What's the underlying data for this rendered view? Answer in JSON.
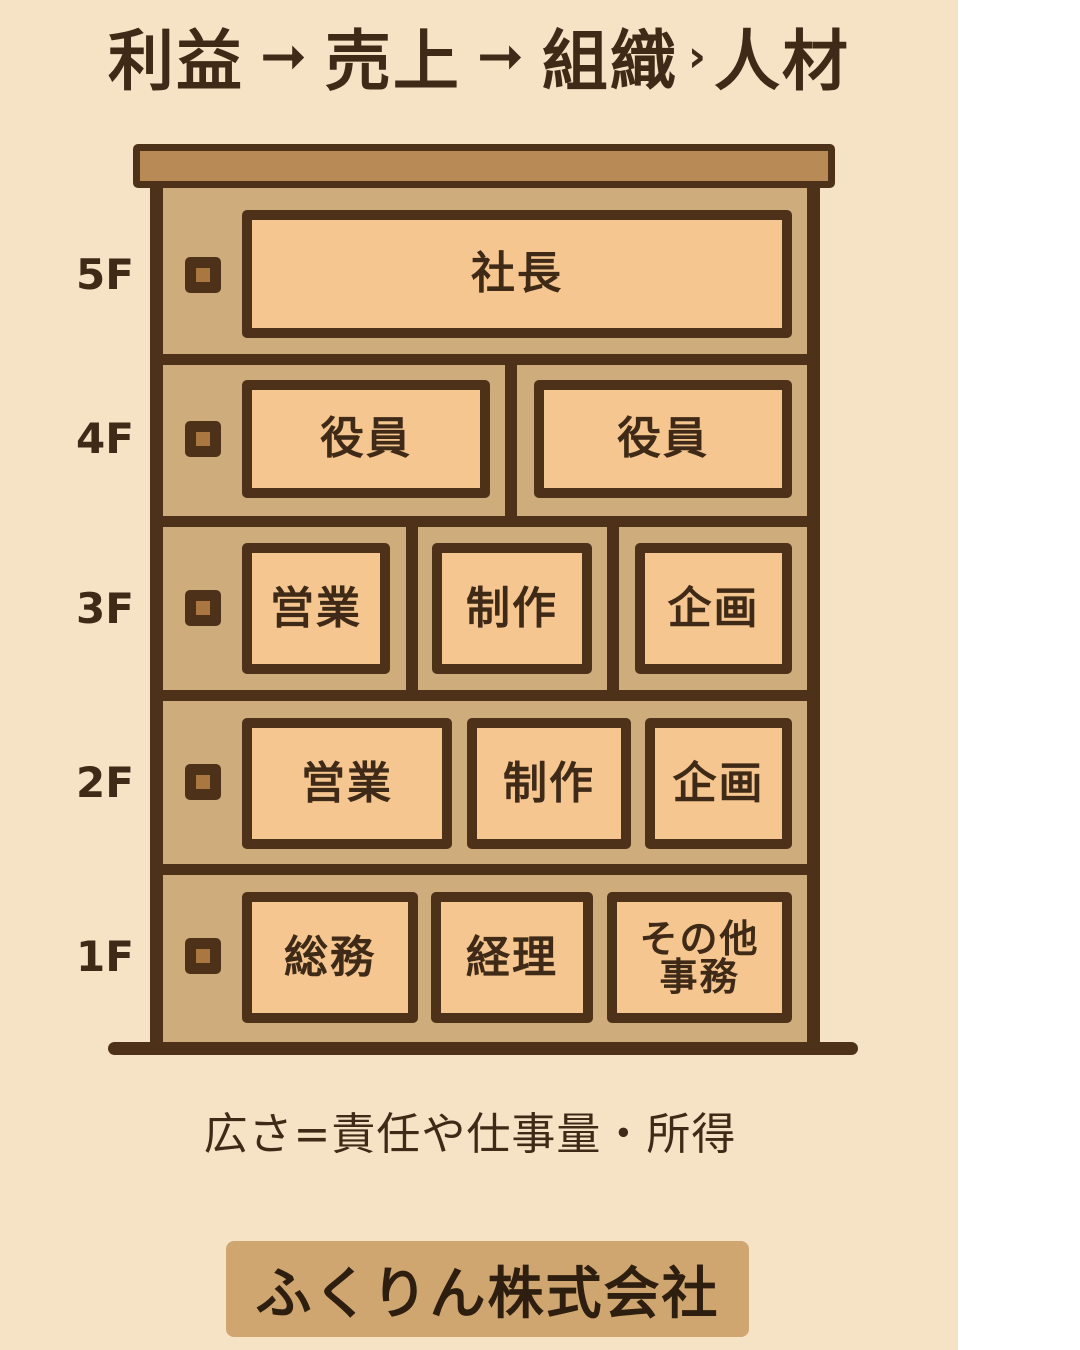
{
  "title": {
    "part1": "利益",
    "arrow1": "➞",
    "part2": "売上",
    "arrow2": "➞",
    "part3": "組織",
    "sep": "›",
    "part4": "人材"
  },
  "floors": [
    {
      "label": "5F",
      "rooms": [
        "社長"
      ]
    },
    {
      "label": "4F",
      "rooms": [
        "役員",
        "役員"
      ]
    },
    {
      "label": "3F",
      "rooms": [
        "営業",
        "制作",
        "企画"
      ]
    },
    {
      "label": "2F",
      "rooms": [
        "営業",
        "制作",
        "企画"
      ]
    },
    {
      "label": "1F",
      "rooms": [
        "総務",
        "経理",
        [
          "その他",
          "事務"
        ]
      ]
    }
  ],
  "caption": "広さ=責任や仕事量・所得",
  "company": "ふくりん株式会社",
  "colors": {
    "background": "#f6e3c6",
    "building": "#cfac7c",
    "room": "#f5c68f",
    "outline": "#4d3219",
    "roof": "#b88a55",
    "company_plate": "#cfa66f"
  }
}
